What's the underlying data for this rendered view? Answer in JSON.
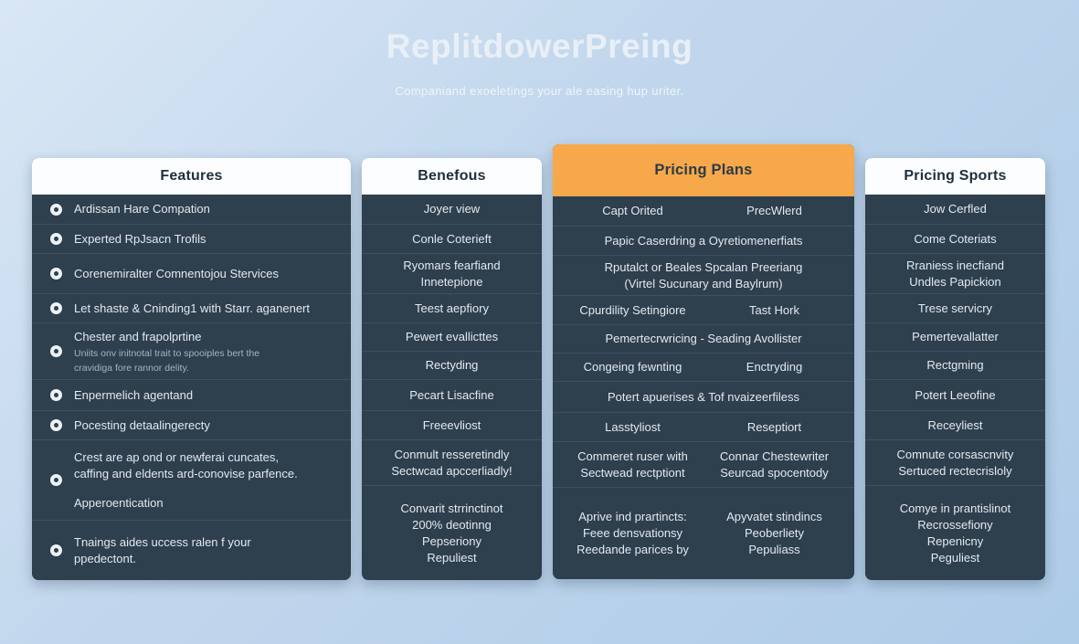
{
  "page": {
    "title": "ReplitdowerPreing",
    "subtitle": "Companiand exoeletings your ale easing hup uriter."
  },
  "colors": {
    "background": "#bcd4ea",
    "panel": "#2e3f4e",
    "header_bg": "#fcfdfe",
    "header_text": "#1f2f3c",
    "accent_orange": "#f6a84a",
    "row_text": "#e3eaef",
    "subtext": "#a4b3c0"
  },
  "columns": [
    {
      "id": "features",
      "header": "Features",
      "highlight": false,
      "align": "left",
      "rows": [
        {
          "bullet": true,
          "lines": [
            "Ardissan Hare Compation"
          ]
        },
        {
          "bullet": true,
          "lines": [
            "Experted RpJsacn Trofils"
          ]
        },
        {
          "bullet": true,
          "lines": [
            "Corenemiralter Comnentojou Stervices"
          ]
        },
        {
          "bullet": true,
          "lines": [
            "Let shaste & Cninding1 with Starr. aganenert"
          ]
        },
        {
          "bullet": true,
          "lines": [
            "Chester and frapolprtine"
          ],
          "sublines": [
            "Uniits onv initnotal trait to spooiples bert the",
            "cravidiga fore rannor delity."
          ]
        },
        {
          "bullet": true,
          "lines": [
            "Enpermelich agentand"
          ]
        },
        {
          "bullet": true,
          "lines": [
            "Pocesting detaalingerecty"
          ]
        },
        {
          "bullet": true,
          "lines": [
            "Crest are ap ond or newferai cuncates,",
            "caffing and eldents ard-conovise parfence."
          ],
          "extra": [
            "Apperoentication"
          ]
        },
        {
          "bullet": true,
          "lines": [
            "Tnaings aides uccess ralen f your",
            "ppedectont."
          ]
        }
      ]
    },
    {
      "id": "benefous",
      "header": "Benefous",
      "highlight": false,
      "align": "center",
      "rows": [
        {
          "lines": [
            "Joyer view"
          ]
        },
        {
          "lines": [
            "Conle Coterieft"
          ]
        },
        {
          "lines": [
            "Ryomars fearfiand",
            "Innetepione"
          ]
        },
        {
          "lines": [
            "Teest aepfiory"
          ]
        },
        {
          "lines": [
            "Pewert evallicttes"
          ]
        },
        {
          "lines": [
            "Rectyding"
          ]
        },
        {
          "lines": [
            "Pecart Lisacfine"
          ]
        },
        {
          "lines": [
            "Freeevliost"
          ]
        },
        {
          "lines": [
            "Conmult resseretindly",
            "Sectwcad apccerliadly!"
          ]
        },
        {
          "lines": [
            "Convarit strrinctinot",
            "200% deotinng",
            "Pepseriony",
            "Repuliest"
          ]
        }
      ]
    },
    {
      "id": "pricing-plans",
      "header": "Pricing Plans",
      "highlight": true,
      "align": "center",
      "rows": [
        {
          "cells": [
            [
              "Capt Orited"
            ],
            [
              "PrecWlerd"
            ]
          ]
        },
        {
          "lines": [
            "Papic Caserdring a Oyretiomenerfiats"
          ]
        },
        {
          "lines": [
            "Rputalct or Beales Spcalan Preeriang",
            "(Virtel Sucunary and Baylrum)"
          ]
        },
        {
          "cells": [
            [
              "Cpurdility Setingiore"
            ],
            [
              "Tast Hork"
            ]
          ]
        },
        {
          "lines": [
            "Pemertecrwricing - Seading Avollister"
          ]
        },
        {
          "cells": [
            [
              "Congeing fewnting"
            ],
            [
              "Enctryding"
            ]
          ]
        },
        {
          "lines": [
            "Potert apuerises & Tof nvaizeerfiless"
          ]
        },
        {
          "cells": [
            [
              "Lasstyliost"
            ],
            [
              "Reseptiort"
            ]
          ]
        },
        {
          "cells": [
            [
              "Commeret ruser with",
              "Sectwead rectptiont"
            ],
            [
              "Connar Chestewriter",
              "Seurcad spocentody"
            ]
          ]
        },
        {
          "cells": [
            [
              "Aprive ind prartincts:",
              "Feee densvationsy",
              "Reedande parices by"
            ],
            [
              "Apyvatet stindincs",
              "Peoberliety",
              "Pepuliass"
            ]
          ]
        }
      ]
    },
    {
      "id": "pricing-sports",
      "header": "Pricing Sports",
      "highlight": false,
      "align": "center",
      "rows": [
        {
          "lines": [
            "Jow Cerfled"
          ]
        },
        {
          "lines": [
            "Come Coteriats"
          ]
        },
        {
          "lines": [
            "Rraniess inecfiand",
            "Undles Papickion"
          ]
        },
        {
          "lines": [
            "Trese servicry"
          ]
        },
        {
          "lines": [
            "Pemertevallatter"
          ]
        },
        {
          "lines": [
            "Rectgming"
          ]
        },
        {
          "lines": [
            "Potert Leeofine"
          ]
        },
        {
          "lines": [
            "Receyliest"
          ]
        },
        {
          "lines": [
            "Comnute corsascnvity",
            "Sertuced rectecrisloly"
          ]
        },
        {
          "lines": [
            "Comye in prantislinot",
            "Recrossefiony",
            "Repenicny",
            "Peguliest"
          ]
        }
      ]
    }
  ]
}
